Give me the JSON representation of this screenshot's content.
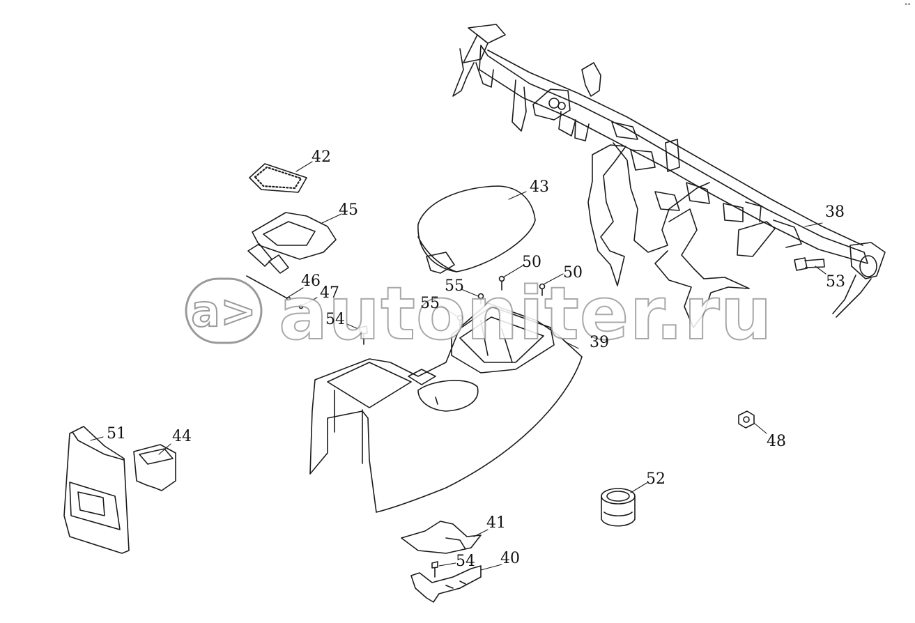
{
  "callouts": [
    {
      "id": "38",
      "text": "38"
    },
    {
      "id": "39",
      "text": "39"
    },
    {
      "id": "40",
      "text": "40"
    },
    {
      "id": "41",
      "text": "41"
    },
    {
      "id": "42",
      "text": "42"
    },
    {
      "id": "43",
      "text": "43"
    },
    {
      "id": "44",
      "text": "44"
    },
    {
      "id": "45",
      "text": "45"
    },
    {
      "id": "46",
      "text": "46"
    },
    {
      "id": "47",
      "text": "47"
    },
    {
      "id": "48",
      "text": "48"
    },
    {
      "id": "50a",
      "text": "50"
    },
    {
      "id": "50b",
      "text": "50"
    },
    {
      "id": "51",
      "text": "51"
    },
    {
      "id": "52",
      "text": "52"
    },
    {
      "id": "53",
      "text": "53"
    },
    {
      "id": "54a",
      "text": "54"
    },
    {
      "id": "54b",
      "text": "54"
    },
    {
      "id": "55a",
      "text": "55"
    },
    {
      "id": "55b",
      "text": "55"
    }
  ],
  "watermark": {
    "text": "autoniter.ru",
    "logo": "a>"
  },
  "corner_mark": "°°"
}
